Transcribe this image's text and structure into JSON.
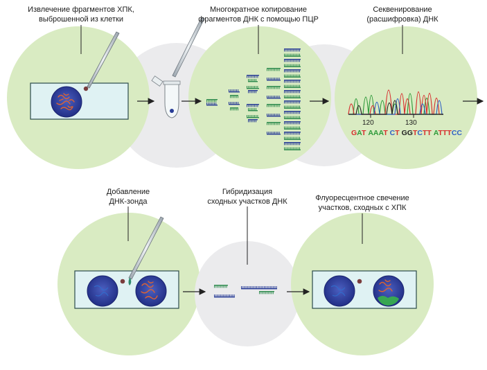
{
  "labels": {
    "step1": [
      "Извлечение фрагментов ХПК,",
      "выброшенной из клетки"
    ],
    "step2": [
      "Многократное копирование",
      "фрагментов ДНК с помощью ПЦР"
    ],
    "step3": [
      "Секвенирование",
      "(расшифровка) ДНК"
    ],
    "step4": [
      "Добавление",
      "ДНК-зонда"
    ],
    "step5": [
      "Гибридизация",
      "сходных участков ДНК"
    ],
    "step6": [
      "Флуоресцентное свечение",
      "участков, сходных с ХПК"
    ]
  },
  "sequencing": {
    "ticks": [
      "120",
      "130"
    ],
    "sequence": [
      {
        "b": "G",
        "c": "#d72d2d"
      },
      {
        "b": "A",
        "c": "#2e9a3a"
      },
      {
        "b": "T",
        "c": "#d72d2d"
      },
      {
        "b": " ",
        "c": "#000"
      },
      {
        "b": "A",
        "c": "#2e9a3a"
      },
      {
        "b": "A",
        "c": "#2e9a3a"
      },
      {
        "b": "A",
        "c": "#2e9a3a"
      },
      {
        "b": "T",
        "c": "#d72d2d"
      },
      {
        "b": " ",
        "c": "#000"
      },
      {
        "b": "C",
        "c": "#2f5fc4"
      },
      {
        "b": "T",
        "c": "#d72d2d"
      },
      {
        "b": " ",
        "c": "#000"
      },
      {
        "b": "G",
        "c": "#222222"
      },
      {
        "b": "G",
        "c": "#222222"
      },
      {
        "b": "T",
        "c": "#d72d2d"
      },
      {
        "b": "C",
        "c": "#2f5fc4"
      },
      {
        "b": "T",
        "c": "#d72d2d"
      },
      {
        "b": "T",
        "c": "#d72d2d"
      },
      {
        "b": " ",
        "c": "#000"
      },
      {
        "b": "A",
        "c": "#2e9a3a"
      },
      {
        "b": "T",
        "c": "#d72d2d"
      },
      {
        "b": "T",
        "c": "#d72d2d"
      },
      {
        "b": "T",
        "c": "#d72d2d"
      },
      {
        "b": "C",
        "c": "#2f5fc4"
      },
      {
        "b": "C",
        "c": "#2f5fc4"
      }
    ]
  },
  "colors": {
    "circle_green": "#d9ebc2",
    "circle_gray": "#ebebed",
    "slide_fill": "#dff2f3",
    "dna_green": "#2e8b4e",
    "dna_blue": "#283c96",
    "cell_blue": "#2f3f9c",
    "chromatin_orange": "#e2632e"
  }
}
